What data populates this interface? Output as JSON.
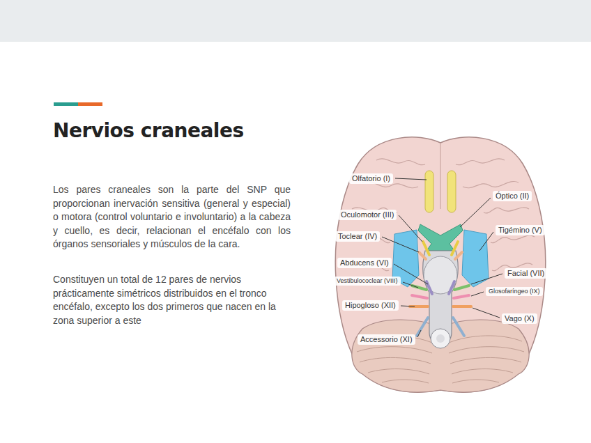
{
  "diagram": {
    "title": "Nervios craneales",
    "labels": [
      "Los pares craneales son la parte del SNP que proporcionan inervación sensitiva (general y especial) o motora (control voluntario e involuntario) a la cabeza y cuello, es decir, relacionan el encéfalo con los órganos sensoriales y músculos de la cara.",
      "Constituyen un total de 12 pares de nervios prácticamente simétricos distribuidos en el tronco encéfalo, excepto los dos primeros que nacen en la zona superior a este",
      "Olfatorio (I)",
      "Óptico (II)",
      "Oculomotor (III)",
      "Tigémino (V)",
      "Toclear (IV)",
      "Abducens (VI)",
      "Facial (VII)",
      "Vestibulococlear (VIII)",
      "Glosofaríngeo (IX)",
      "Hipogloso (XII)",
      "Vago (X)",
      "Accessorio (XI)"
    ]
  }
}
